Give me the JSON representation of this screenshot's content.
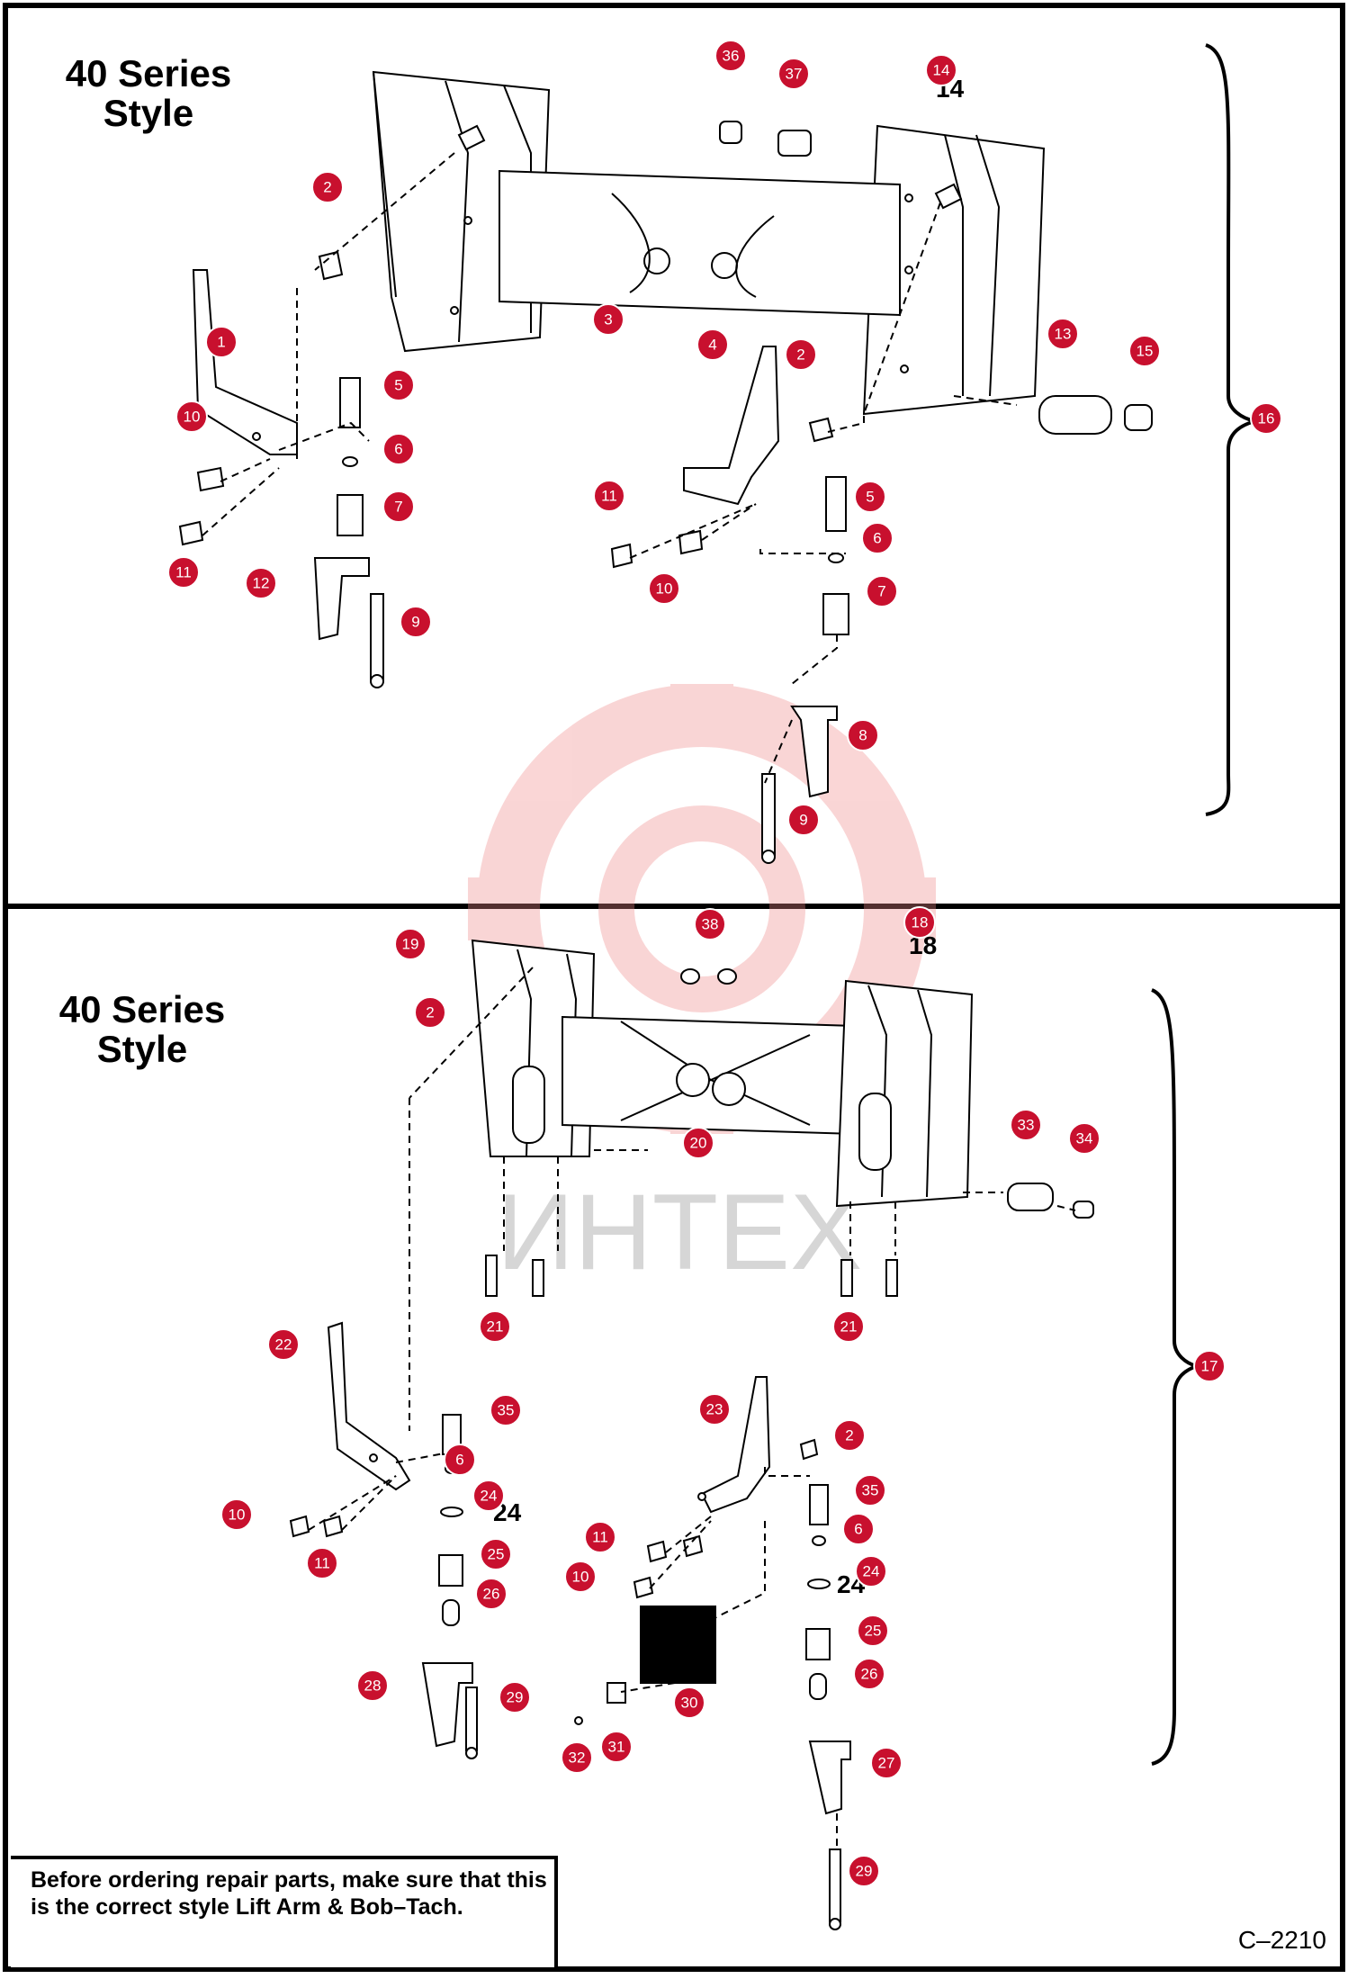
{
  "diagram": {
    "top_panel": {
      "title_line1": "40 Series",
      "title_line2": "Style"
    },
    "bottom_panel": {
      "title_line1": "40 Series",
      "title_line2": "Style"
    },
    "note": "Before ordering repair parts, make sure that this is the correct style Lift Arm & Bob–Tach.",
    "figure_id": "C–2210",
    "watermark": "ИНТЕХ",
    "callout_color": "#c8102e",
    "top_callouts": [
      "36",
      "37",
      "14",
      "2",
      "1",
      "10",
      "11",
      "5",
      "6",
      "7",
      "12",
      "9",
      "3",
      "4",
      "2",
      "11",
      "10",
      "5",
      "6",
      "7",
      "8",
      "9",
      "13",
      "15",
      "16"
    ],
    "bottom_callouts": [
      "38",
      "18",
      "19",
      "2",
      "20",
      "33",
      "34",
      "21",
      "21",
      "22",
      "35",
      "6",
      "24",
      "10",
      "11",
      "25",
      "26",
      "28",
      "29",
      "23",
      "2",
      "35",
      "11",
      "6",
      "10",
      "24",
      "25",
      "30",
      "26",
      "31",
      "32",
      "27",
      "29",
      "17"
    ],
    "plain_labels": [
      "14",
      "18",
      "24",
      "24"
    ]
  }
}
